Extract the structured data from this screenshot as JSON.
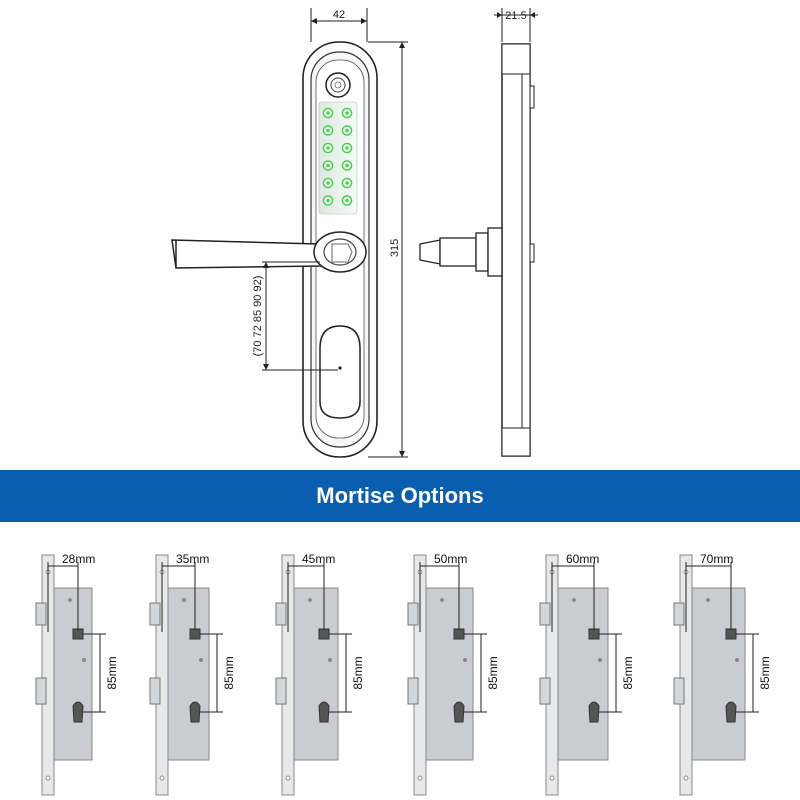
{
  "front_view": {
    "width_dim": "42",
    "height_dim": "315",
    "backset_range": "(70 72 85 90 92)"
  },
  "side_view": {
    "depth_dim": "21.5"
  },
  "banner": {
    "title": "Mortise Options"
  },
  "mortise_options": [
    {
      "backset": "28mm",
      "center_distance": "85mm"
    },
    {
      "backset": "35mm",
      "center_distance": "85mm"
    },
    {
      "backset": "45mm",
      "center_distance": "85mm"
    },
    {
      "backset": "50mm",
      "center_distance": "85mm"
    },
    {
      "backset": "60mm",
      "center_distance": "85mm"
    },
    {
      "backset": "70mm",
      "center_distance": "85mm"
    }
  ],
  "colors": {
    "banner": "#0a5eb0",
    "keypad_led": "#3fcf4a",
    "line": "#222222",
    "metal": "#c9ccd0"
  }
}
